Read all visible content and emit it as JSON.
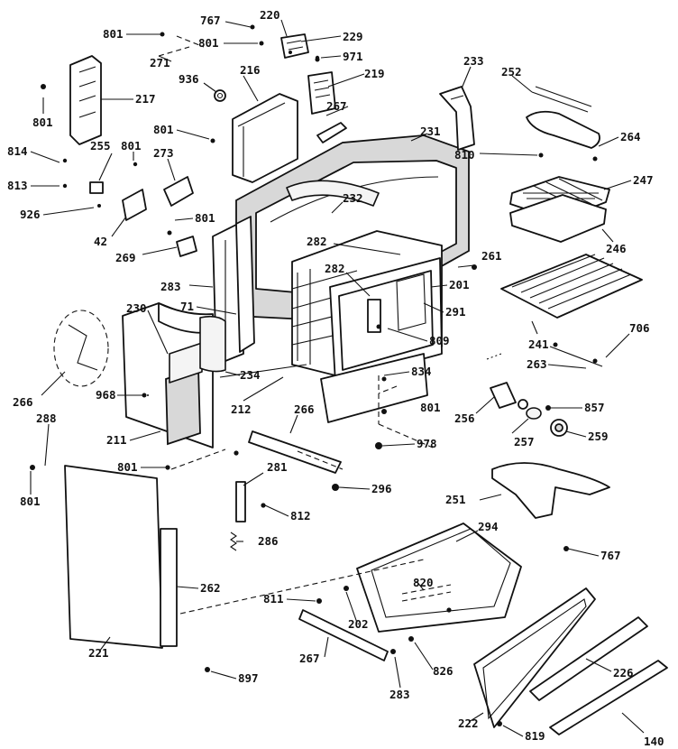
{
  "header_text": "",
  "callouts": [
    {
      "id": "c-801a",
      "text": "801"
    },
    {
      "id": "c-767a",
      "text": "767"
    },
    {
      "id": "c-220",
      "text": "220"
    },
    {
      "id": "c-801b",
      "text": "801"
    },
    {
      "id": "c-229",
      "text": "229"
    },
    {
      "id": "c-271",
      "text": "271"
    },
    {
      "id": "c-971",
      "text": "971"
    },
    {
      "id": "c-219",
      "text": "219"
    },
    {
      "id": "c-216",
      "text": "216"
    },
    {
      "id": "c-936",
      "text": "936"
    },
    {
      "id": "c-801c",
      "text": "801"
    },
    {
      "id": "c-217",
      "text": "217"
    },
    {
      "id": "c-801d",
      "text": "801"
    },
    {
      "id": "c-267a",
      "text": "267"
    },
    {
      "id": "c-233",
      "text": "233"
    },
    {
      "id": "c-252",
      "text": "252"
    },
    {
      "id": "c-231",
      "text": "231"
    },
    {
      "id": "c-264",
      "text": "264"
    },
    {
      "id": "c-810",
      "text": "810"
    },
    {
      "id": "c-814",
      "text": "814"
    },
    {
      "id": "c-255",
      "text": "255"
    },
    {
      "id": "c-801e",
      "text": "801"
    },
    {
      "id": "c-273",
      "text": "273"
    },
    {
      "id": "c-813",
      "text": "813"
    },
    {
      "id": "c-926",
      "text": "926"
    },
    {
      "id": "c-42",
      "text": "42"
    },
    {
      "id": "c-232",
      "text": "232"
    },
    {
      "id": "c-247",
      "text": "247"
    },
    {
      "id": "c-801f",
      "text": "801"
    },
    {
      "id": "c-246",
      "text": "246"
    },
    {
      "id": "c-269",
      "text": "269"
    },
    {
      "id": "c-282a",
      "text": "282"
    },
    {
      "id": "c-261",
      "text": "261"
    },
    {
      "id": "c-282b",
      "text": "282"
    },
    {
      "id": "c-283a",
      "text": "283"
    },
    {
      "id": "c-201",
      "text": "201"
    },
    {
      "id": "c-291",
      "text": "291"
    },
    {
      "id": "c-71",
      "text": "71"
    },
    {
      "id": "c-230",
      "text": "230"
    },
    {
      "id": "c-809",
      "text": "809"
    },
    {
      "id": "c-241",
      "text": "241"
    },
    {
      "id": "c-706",
      "text": "706"
    },
    {
      "id": "c-263",
      "text": "263"
    },
    {
      "id": "c-834",
      "text": "834"
    },
    {
      "id": "c-234",
      "text": "234"
    },
    {
      "id": "c-968",
      "text": "968"
    },
    {
      "id": "c-266a",
      "text": "266"
    },
    {
      "id": "c-801g",
      "text": "801"
    },
    {
      "id": "c-212",
      "text": "212"
    },
    {
      "id": "c-266b",
      "text": "266"
    },
    {
      "id": "c-256",
      "text": "256"
    },
    {
      "id": "c-857",
      "text": "857"
    },
    {
      "id": "c-288",
      "text": "288"
    },
    {
      "id": "c-978",
      "text": "978"
    },
    {
      "id": "c-257",
      "text": "257"
    },
    {
      "id": "c-259",
      "text": "259"
    },
    {
      "id": "c-211",
      "text": "211"
    },
    {
      "id": "c-801h",
      "text": "801"
    },
    {
      "id": "c-281",
      "text": "281"
    },
    {
      "id": "c-296",
      "text": "296"
    },
    {
      "id": "c-801i",
      "text": "801"
    },
    {
      "id": "c-812",
      "text": "812"
    },
    {
      "id": "c-251",
      "text": "251"
    },
    {
      "id": "c-286",
      "text": "286"
    },
    {
      "id": "c-294",
      "text": "294"
    },
    {
      "id": "c-767b",
      "text": "767"
    },
    {
      "id": "c-262",
      "text": "262"
    },
    {
      "id": "c-820",
      "text": "820"
    },
    {
      "id": "c-811",
      "text": "811"
    },
    {
      "id": "c-202",
      "text": "202"
    },
    {
      "id": "c-221",
      "text": "221"
    },
    {
      "id": "c-267b",
      "text": "267"
    },
    {
      "id": "c-826",
      "text": "826"
    },
    {
      "id": "c-226",
      "text": "226"
    },
    {
      "id": "c-897",
      "text": "897"
    },
    {
      "id": "c-283b",
      "text": "283"
    },
    {
      "id": "c-222",
      "text": "222"
    },
    {
      "id": "c-819",
      "text": "819"
    },
    {
      "id": "c-140",
      "text": "140"
    }
  ]
}
